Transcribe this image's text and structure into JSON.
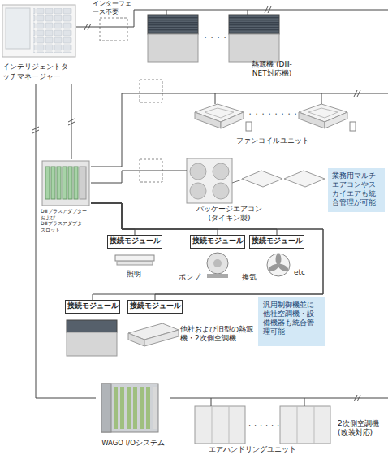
{
  "diagram": {
    "nodes": [
      {
        "text": [
          "インテリジェントタッチマネージャー"
        ]
      },
      {
        "text": [
          "熱源機 (DⅢ-NET対応機)"
        ]
      },
      {
        "text": [
          "DⅢプラスアダプター および DⅢプラスアダプター スロット"
        ]
      },
      {
        "text": [
          "ファンコイルユニット"
        ]
      },
      {
        "text": [
          "パッケージエアコン (ダイキン製)"
        ]
      },
      {
        "text": [
          "業務用マルチエアコンやスカイエアも統合管理が可能"
        ]
      },
      {
        "text": [
          "接続モジュール"
        ]
      },
      {
        "text": [
          "接続モジュール"
        ]
      },
      {
        "text": [
          "接続モジュール"
        ]
      },
      {
        "text": [
          "接続モジュール"
        ]
      },
      {
        "text": [
          "接続モジュール"
        ]
      },
      {
        "text": [
          "汎用制御機並に他社空調機・設備機器も統合管理可能"
        ]
      },
      {
        "text": [
          "WAGO I/Oシステム"
        ]
      },
      {
        "text": [
          "エアハンドリングユニット"
        ]
      }
    ],
    "edges": [
      {
        "from": 0,
        "to": 1,
        "arrow": "none"
      },
      {
        "from": 0,
        "to": 2,
        "arrow": "none"
      },
      {
        "from": 0,
        "to": 12,
        "arrow": "none"
      },
      {
        "from": 2,
        "to": 3,
        "arrow": "none"
      },
      {
        "from": 2,
        "to": 4,
        "arrow": "none"
      },
      {
        "from": 2,
        "to": 6,
        "arrow": "none"
      },
      {
        "from": 2,
        "to": 7,
        "arrow": "none"
      },
      {
        "from": 2,
        "to": 8,
        "arrow": "none"
      },
      {
        "from": 2,
        "to": 9,
        "arrow": "none"
      },
      {
        "from": 2,
        "to": 10,
        "arrow": "none"
      },
      {
        "from": 12,
        "to": 13,
        "arrow": "none"
      }
    ],
    "labels": [
      "インターフェース不要",
      "・・・・",
      "・・・・・・・・",
      "照明",
      "ポンプ",
      "換気",
      "etc",
      "他社および旧型の熱源機・2次側空調機",
      "2次側空調機 (改装対応)",
      "・・・・・・"
    ]
  }
}
